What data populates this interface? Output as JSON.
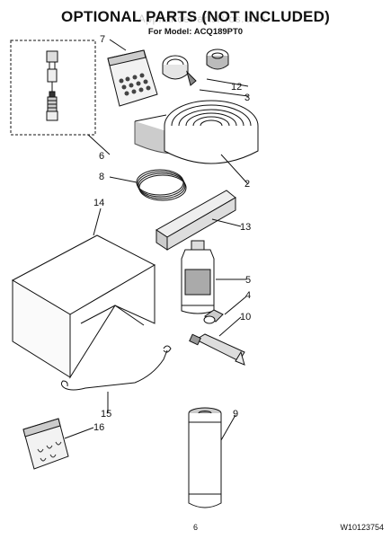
{
  "watermark": "AppliancePartsPros.com",
  "title": "OPTIONAL PARTS (NOT INCLUDED)",
  "subtitle": "For Model: ACQ189PT0",
  "callouts": {
    "p2": "2",
    "p3": "3",
    "p4": "4",
    "p5": "5",
    "p6": "6",
    "p7": "7",
    "p8": "8",
    "p9": "9",
    "p10": "10",
    "p12": "12",
    "p13": "13",
    "p14": "14",
    "p15": "15",
    "p16": "16"
  },
  "footer": {
    "page": "6",
    "code": "W10123754"
  }
}
